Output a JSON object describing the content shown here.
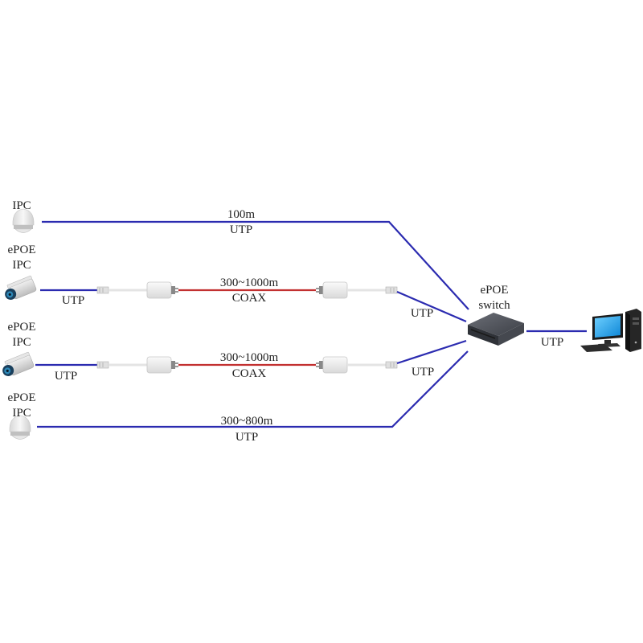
{
  "colors": {
    "utp_line": "#2b2bb0",
    "coax_line": "#c23030",
    "cable_white": "#e6e6e6",
    "switch_body": "#4a4d55",
    "monitor_screen": "#1ea0e6"
  },
  "devices": {
    "ipc_top": {
      "label": "IPC",
      "icon": "dome-camera-icon"
    },
    "epoe_ipc_1": {
      "label_line1": "ePOE",
      "label_line2": "IPC",
      "icon": "bullet-camera-icon"
    },
    "epoe_ipc_2": {
      "label_line1": "ePOE",
      "label_line2": "IPC",
      "icon": "bullet-camera-icon"
    },
    "epoe_ipc_3": {
      "label_line1": "ePOE",
      "label_line2": "IPC",
      "icon": "dome-camera-icon"
    },
    "switch": {
      "label_line1": "ePOE",
      "label_line2": "switch",
      "icon": "network-switch-icon"
    },
    "computer": {
      "icon": "desktop-computer-icon"
    }
  },
  "links": {
    "link1": {
      "distance": "100m",
      "medium": "UTP"
    },
    "link2": {
      "camera_cable": "UTP",
      "distance": "300~1000m",
      "medium": "COAX",
      "switch_cable": "UTP"
    },
    "link3": {
      "camera_cable": "UTP",
      "distance": "300~1000m",
      "medium": "COAX",
      "switch_cable": "UTP"
    },
    "link4": {
      "distance": "300~800m",
      "medium": "UTP"
    },
    "uplink": {
      "medium": "UTP"
    }
  }
}
